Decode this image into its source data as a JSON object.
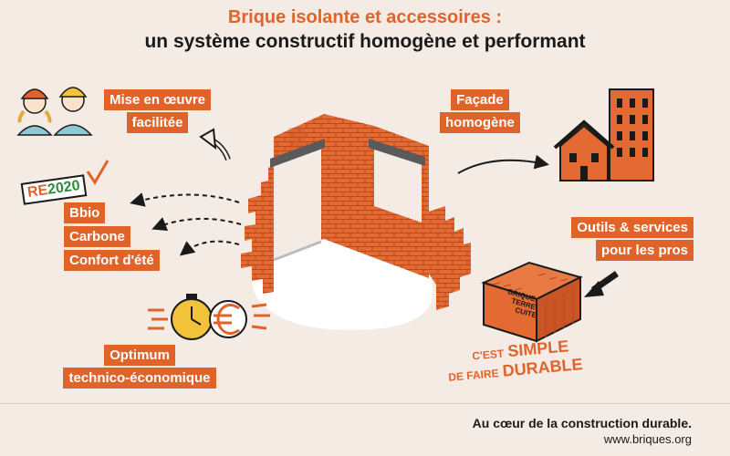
{
  "header": {
    "title": "Brique isolante et accessoires :",
    "subtitle": "un système constructif homogène et performant"
  },
  "labels": {
    "mise_line1": "Mise en œuvre",
    "mise_line2": "facilitée",
    "facade_line1": "Façade",
    "facade_line2": "homogène",
    "bbio": "Bbio",
    "carbone": "Carbone",
    "confort": "Confort d'été",
    "outils_line1": "Outils & services",
    "outils_line2": "pour les pros",
    "optimum_line1": "Optimum",
    "optimum_line2": "technico-économique"
  },
  "badge": {
    "re": "RE",
    "year": "2020"
  },
  "brick_stamp": {
    "line1": "BRIQUE",
    "line2": "TERRE",
    "line3": "CUITE"
  },
  "slogan": {
    "pre1": "C'EST",
    "word1": "SIMPLE",
    "pre2": "DE FAIRE",
    "word2": "DURABLE"
  },
  "footer": {
    "tagline": "Au cœur de la construction durable.",
    "website": "www.briques.org"
  },
  "colors": {
    "accent": "#e0642a",
    "brick": "#e36a32",
    "background": "#f3ebe4",
    "dark": "#1a1a1a",
    "green": "#2d8a3e"
  },
  "icons": [
    "workers-icon",
    "curved-arrow-icon",
    "check-icon",
    "stopwatch-icon",
    "euro-icon",
    "buildings-icon",
    "brick-block-icon"
  ]
}
